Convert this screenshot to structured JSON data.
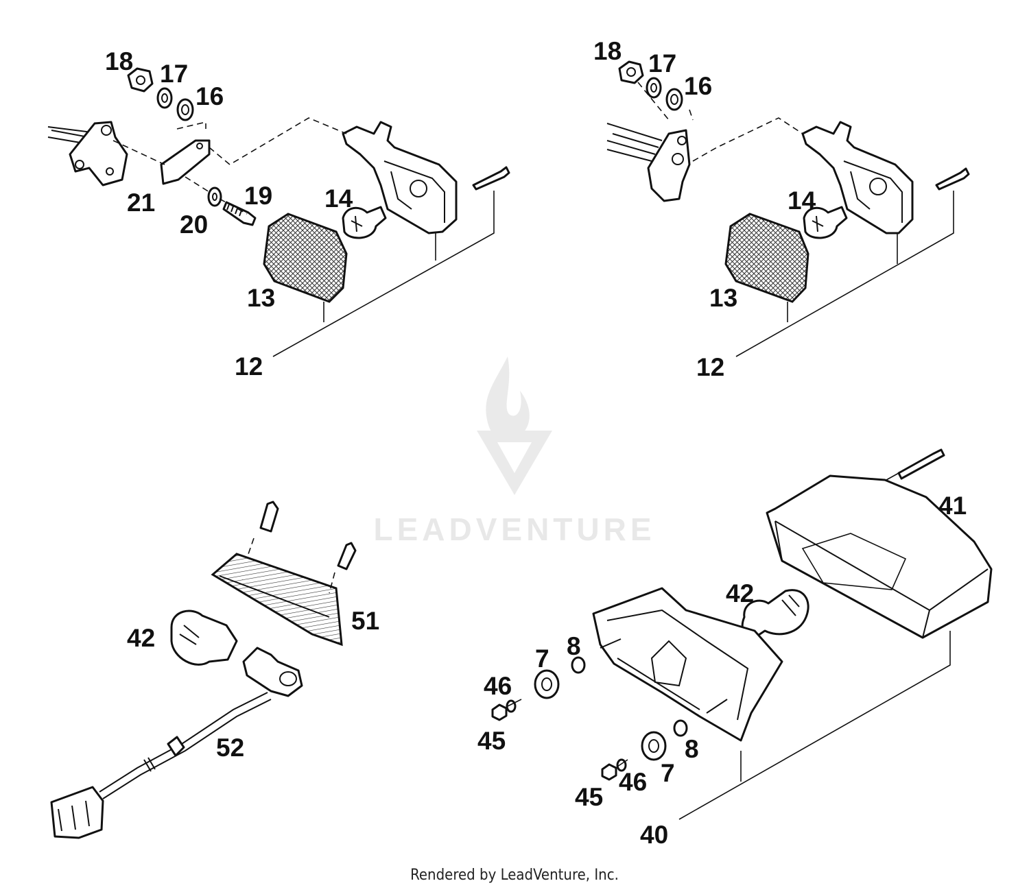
{
  "watermark": {
    "text": "LEADVENTURE"
  },
  "footer": {
    "text": "Rendered by LeadVenture, Inc."
  },
  "callouts": {
    "tl_18": "18",
    "tl_17": "17",
    "tl_16": "16",
    "tl_21": "21",
    "tl_20": "20",
    "tl_19": "19",
    "tl_14": "14",
    "tl_13": "13",
    "tl_12": "12",
    "tr_18": "18",
    "tr_17": "17",
    "tr_16": "16",
    "tr_14": "14",
    "tr_13": "13",
    "tr_12": "12",
    "bl_42": "42",
    "bl_51": "51",
    "bl_52": "52",
    "br_41": "41",
    "br_42": "42",
    "br_7a": "7",
    "br_8a": "8",
    "br_46a": "46",
    "br_45a": "45",
    "br_8b": "8",
    "br_7b": "7",
    "br_46b": "46",
    "br_45b": "45",
    "br_40": "40"
  }
}
